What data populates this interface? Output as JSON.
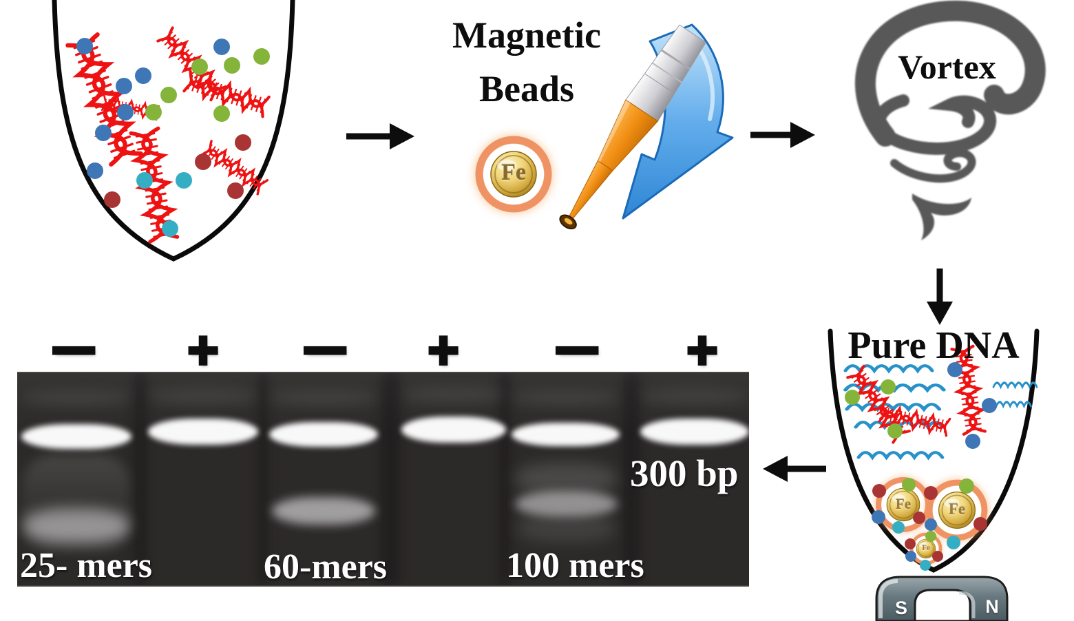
{
  "workflow": {
    "magnetic_beads": {
      "line1": "Magnetic",
      "line2": "Beads"
    },
    "vortex": "Vortex",
    "pure_dna": "Pure DNA"
  },
  "fe_bead": {
    "symbol": "Fe"
  },
  "magnet": {
    "south": "S",
    "north": "N"
  },
  "gel": {
    "lane_signs": [
      "−",
      "+",
      "−",
      "+",
      "−",
      "+"
    ],
    "group_labels": [
      "25- mers",
      "60-mers",
      "100 mers"
    ],
    "size_marker": "300 bp",
    "lanes": [
      {
        "sign": "−",
        "group": "25- mers",
        "main_band": true,
        "lower_band": true
      },
      {
        "sign": "+",
        "group": "25- mers",
        "main_band": true,
        "lower_band": false
      },
      {
        "sign": "−",
        "group": "60-mers",
        "main_band": true,
        "lower_band": true
      },
      {
        "sign": "+",
        "group": "60-mers",
        "main_band": true,
        "lower_band": false
      },
      {
        "sign": "−",
        "group": "100 mers",
        "main_band": true,
        "lower_band": true
      },
      {
        "sign": "+",
        "group": "100 mers",
        "main_band": true,
        "lower_band": false
      }
    ]
  },
  "colors": {
    "dna_red": "#ee1212",
    "bead_blue": "#3f76b5",
    "bead_green": "#85b43a",
    "bead_dark_red": "#a83434",
    "bead_cyan": "#35aec4",
    "water_blue": "#2791c9",
    "arrow_black": "#0d0d0d",
    "rotation_arrow_blue": "#3f96e0",
    "vortex_gray": "#585858",
    "pipette_orange": "#ef8d12",
    "fe_gold": "#d2a93e",
    "gel_background": "#2c2929"
  }
}
